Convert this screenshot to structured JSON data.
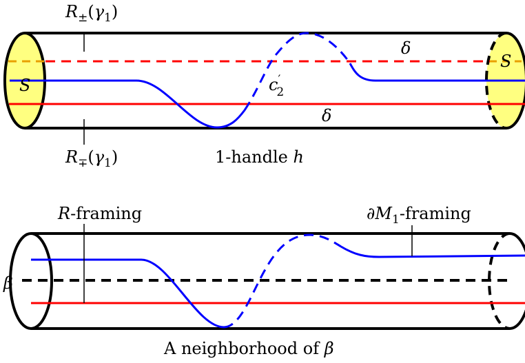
{
  "top_diagram": {
    "end_cap_label": "S",
    "label_top_tick": {
      "main": "R",
      "sub": "±",
      "arg_open": "(",
      "arg_var": "γ",
      "arg_sub": "1",
      "arg_close": ")"
    },
    "label_bottom_tick": {
      "main": "R",
      "sub": "∓",
      "arg_open": "(",
      "arg_var": "γ",
      "arg_sub": "1",
      "arg_close": ")"
    },
    "curve_label": {
      "main": "c",
      "prime": "′",
      "sub": "2"
    },
    "delta_label": "δ",
    "handle_caption": {
      "text": "1-handle ",
      "var": "h"
    }
  },
  "bottom_diagram": {
    "core_label": "β",
    "r_framing": {
      "var": "R",
      "text": "-framing"
    },
    "dm_framing": {
      "partial": "∂",
      "var": "M",
      "sub": "1",
      "text": "-framing"
    },
    "caption": {
      "text": "A neighborhood of ",
      "var": "β"
    }
  },
  "colors": {
    "outline": "#000000",
    "red_line": "#ff0000",
    "blue_curve": "#0000ff",
    "cap_fill": "#ffff80",
    "cap_boundary_orange": "#e8a000"
  }
}
